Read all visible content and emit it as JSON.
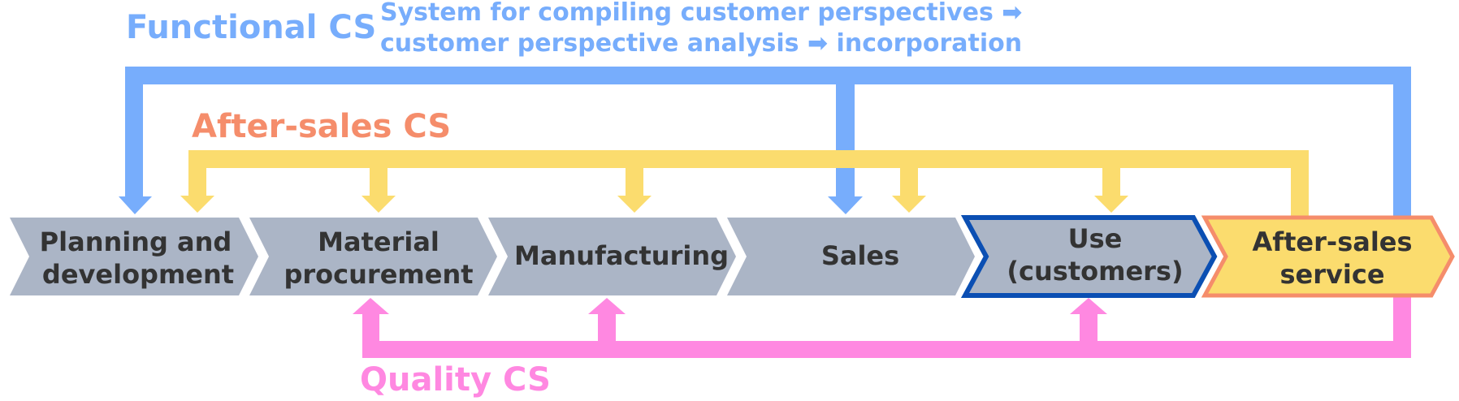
{
  "colors": {
    "functional": "#77adfc",
    "after_sales": "#fbdc6e",
    "quality": "#ff88e1",
    "after_sales_label": "#f58d6b",
    "step_fill": "#abb5c6",
    "step_text": "#333333",
    "highlight_stroke": "#0b4fb3",
    "after_sales_step_fill": "#fbdc6e",
    "after_sales_step_stroke": "#f58d6b"
  },
  "labels": {
    "functional_cs": "Functional CS",
    "functional_desc_line1": "System for compiling customer perspectives ➡",
    "functional_desc_line2": "customer perspective analysis ➡ incorporation",
    "after_sales_cs": "After-sales CS",
    "quality_cs": "Quality CS"
  },
  "steps": [
    {
      "line1": "Planning and",
      "line2": "development"
    },
    {
      "line1": "Material",
      "line2": "procurement"
    },
    {
      "line1": "Manufacturing",
      "line2": ""
    },
    {
      "line1": "Sales",
      "line2": ""
    },
    {
      "line1": "Use",
      "line2": "(customers)"
    },
    {
      "line1": "After-sales",
      "line2": "service"
    }
  ]
}
